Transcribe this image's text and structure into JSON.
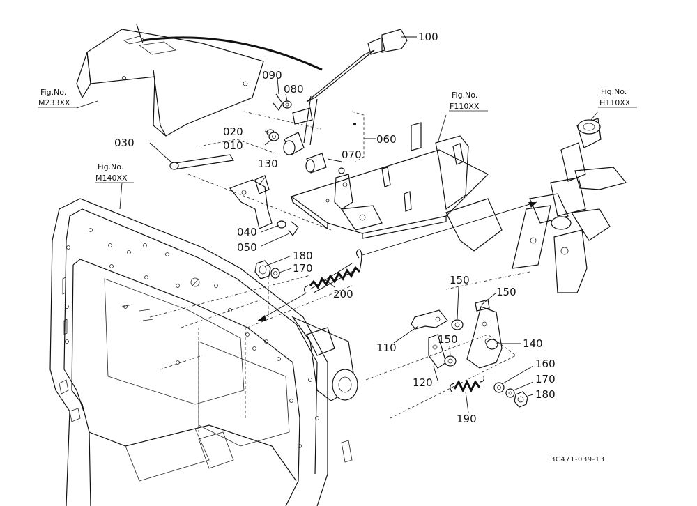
{
  "callouts": [
    {
      "id": "c100",
      "text": "100"
    },
    {
      "id": "c090",
      "text": "090"
    },
    {
      "id": "c080",
      "text": "080"
    },
    {
      "id": "c020",
      "text": "020"
    },
    {
      "id": "c010",
      "text": "010"
    },
    {
      "id": "c060",
      "text": "060"
    },
    {
      "id": "c070",
      "text": "070"
    },
    {
      "id": "c030",
      "text": "030"
    },
    {
      "id": "c130",
      "text": "130"
    },
    {
      "id": "c040",
      "text": "040"
    },
    {
      "id": "c050",
      "text": "050"
    },
    {
      "id": "c180a",
      "text": "180"
    },
    {
      "id": "c170a",
      "text": "170"
    },
    {
      "id": "c200",
      "text": "200"
    },
    {
      "id": "c150a",
      "text": "150"
    },
    {
      "id": "c150b",
      "text": "150"
    },
    {
      "id": "c150c",
      "text": "150"
    },
    {
      "id": "c110",
      "text": "110"
    },
    {
      "id": "c140",
      "text": "140"
    },
    {
      "id": "c120",
      "text": "120"
    },
    {
      "id": "c160",
      "text": "160"
    },
    {
      "id": "c170b",
      "text": "170"
    },
    {
      "id": "c180b",
      "text": "180"
    },
    {
      "id": "c190",
      "text": "190"
    }
  ],
  "figure_refs": [
    {
      "id": "m233",
      "line1": "Fig.No.",
      "line2": "M233XX"
    },
    {
      "id": "f110",
      "line1": "Fig.No.",
      "line2": "F110XX"
    },
    {
      "id": "h110",
      "line1": "Fig.No.",
      "line2": "H110XX"
    },
    {
      "id": "m140",
      "line1": "Fig.No.",
      "line2": "M140XX"
    }
  ],
  "drawing_code": "3C471-039-13"
}
